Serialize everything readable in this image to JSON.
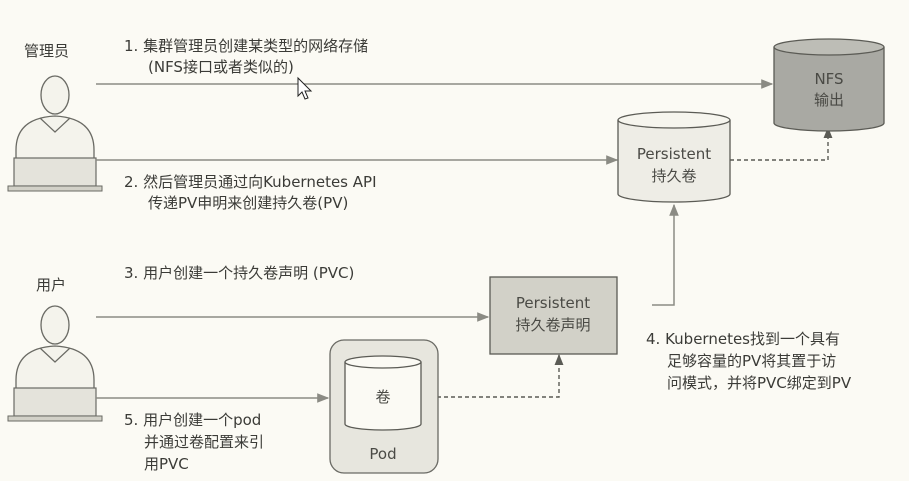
{
  "actors": {
    "admin": "管理员",
    "user": "用户"
  },
  "steps": {
    "step1": [
      "1. 集群管理员创建某类型的网络存储",
      "(NFS接口或者类似的)"
    ],
    "step2": [
      "2. 然后管理员通过向Kubernetes API",
      "传递PV申明来创建持久卷(PV)"
    ],
    "step3": [
      "3. 用户创建一个持久卷声明 (PVC)"
    ],
    "step4": [
      "4. Kubernetes找到一个具有",
      "足够容量的PV将其置于访",
      "问模式，并将PVC绑定到PV"
    ],
    "step5": [
      "5. 用户创建一个pod",
      "并通过卷配置来引",
      "用PVC"
    ]
  },
  "nodes": {
    "nfs": [
      "NFS",
      "输出"
    ],
    "pv": [
      "Persistent",
      "持久卷"
    ],
    "pvc": [
      "Persistent",
      "持久卷声明"
    ],
    "volume": "卷",
    "pod": "Pod"
  },
  "colors": {
    "background": "#fbfaf4",
    "arrow": "#8b8b84",
    "dashed": "#5b5b55",
    "nfs_fill": "#a9a9a3",
    "pv_fill": "#eeede6",
    "pvc_fill": "#d2d1c8",
    "pod_fill": "#e7e6de",
    "volume_fill": "#fbfaf4",
    "person_head": "#f4f3ec",
    "laptop": "#e4e3db"
  }
}
